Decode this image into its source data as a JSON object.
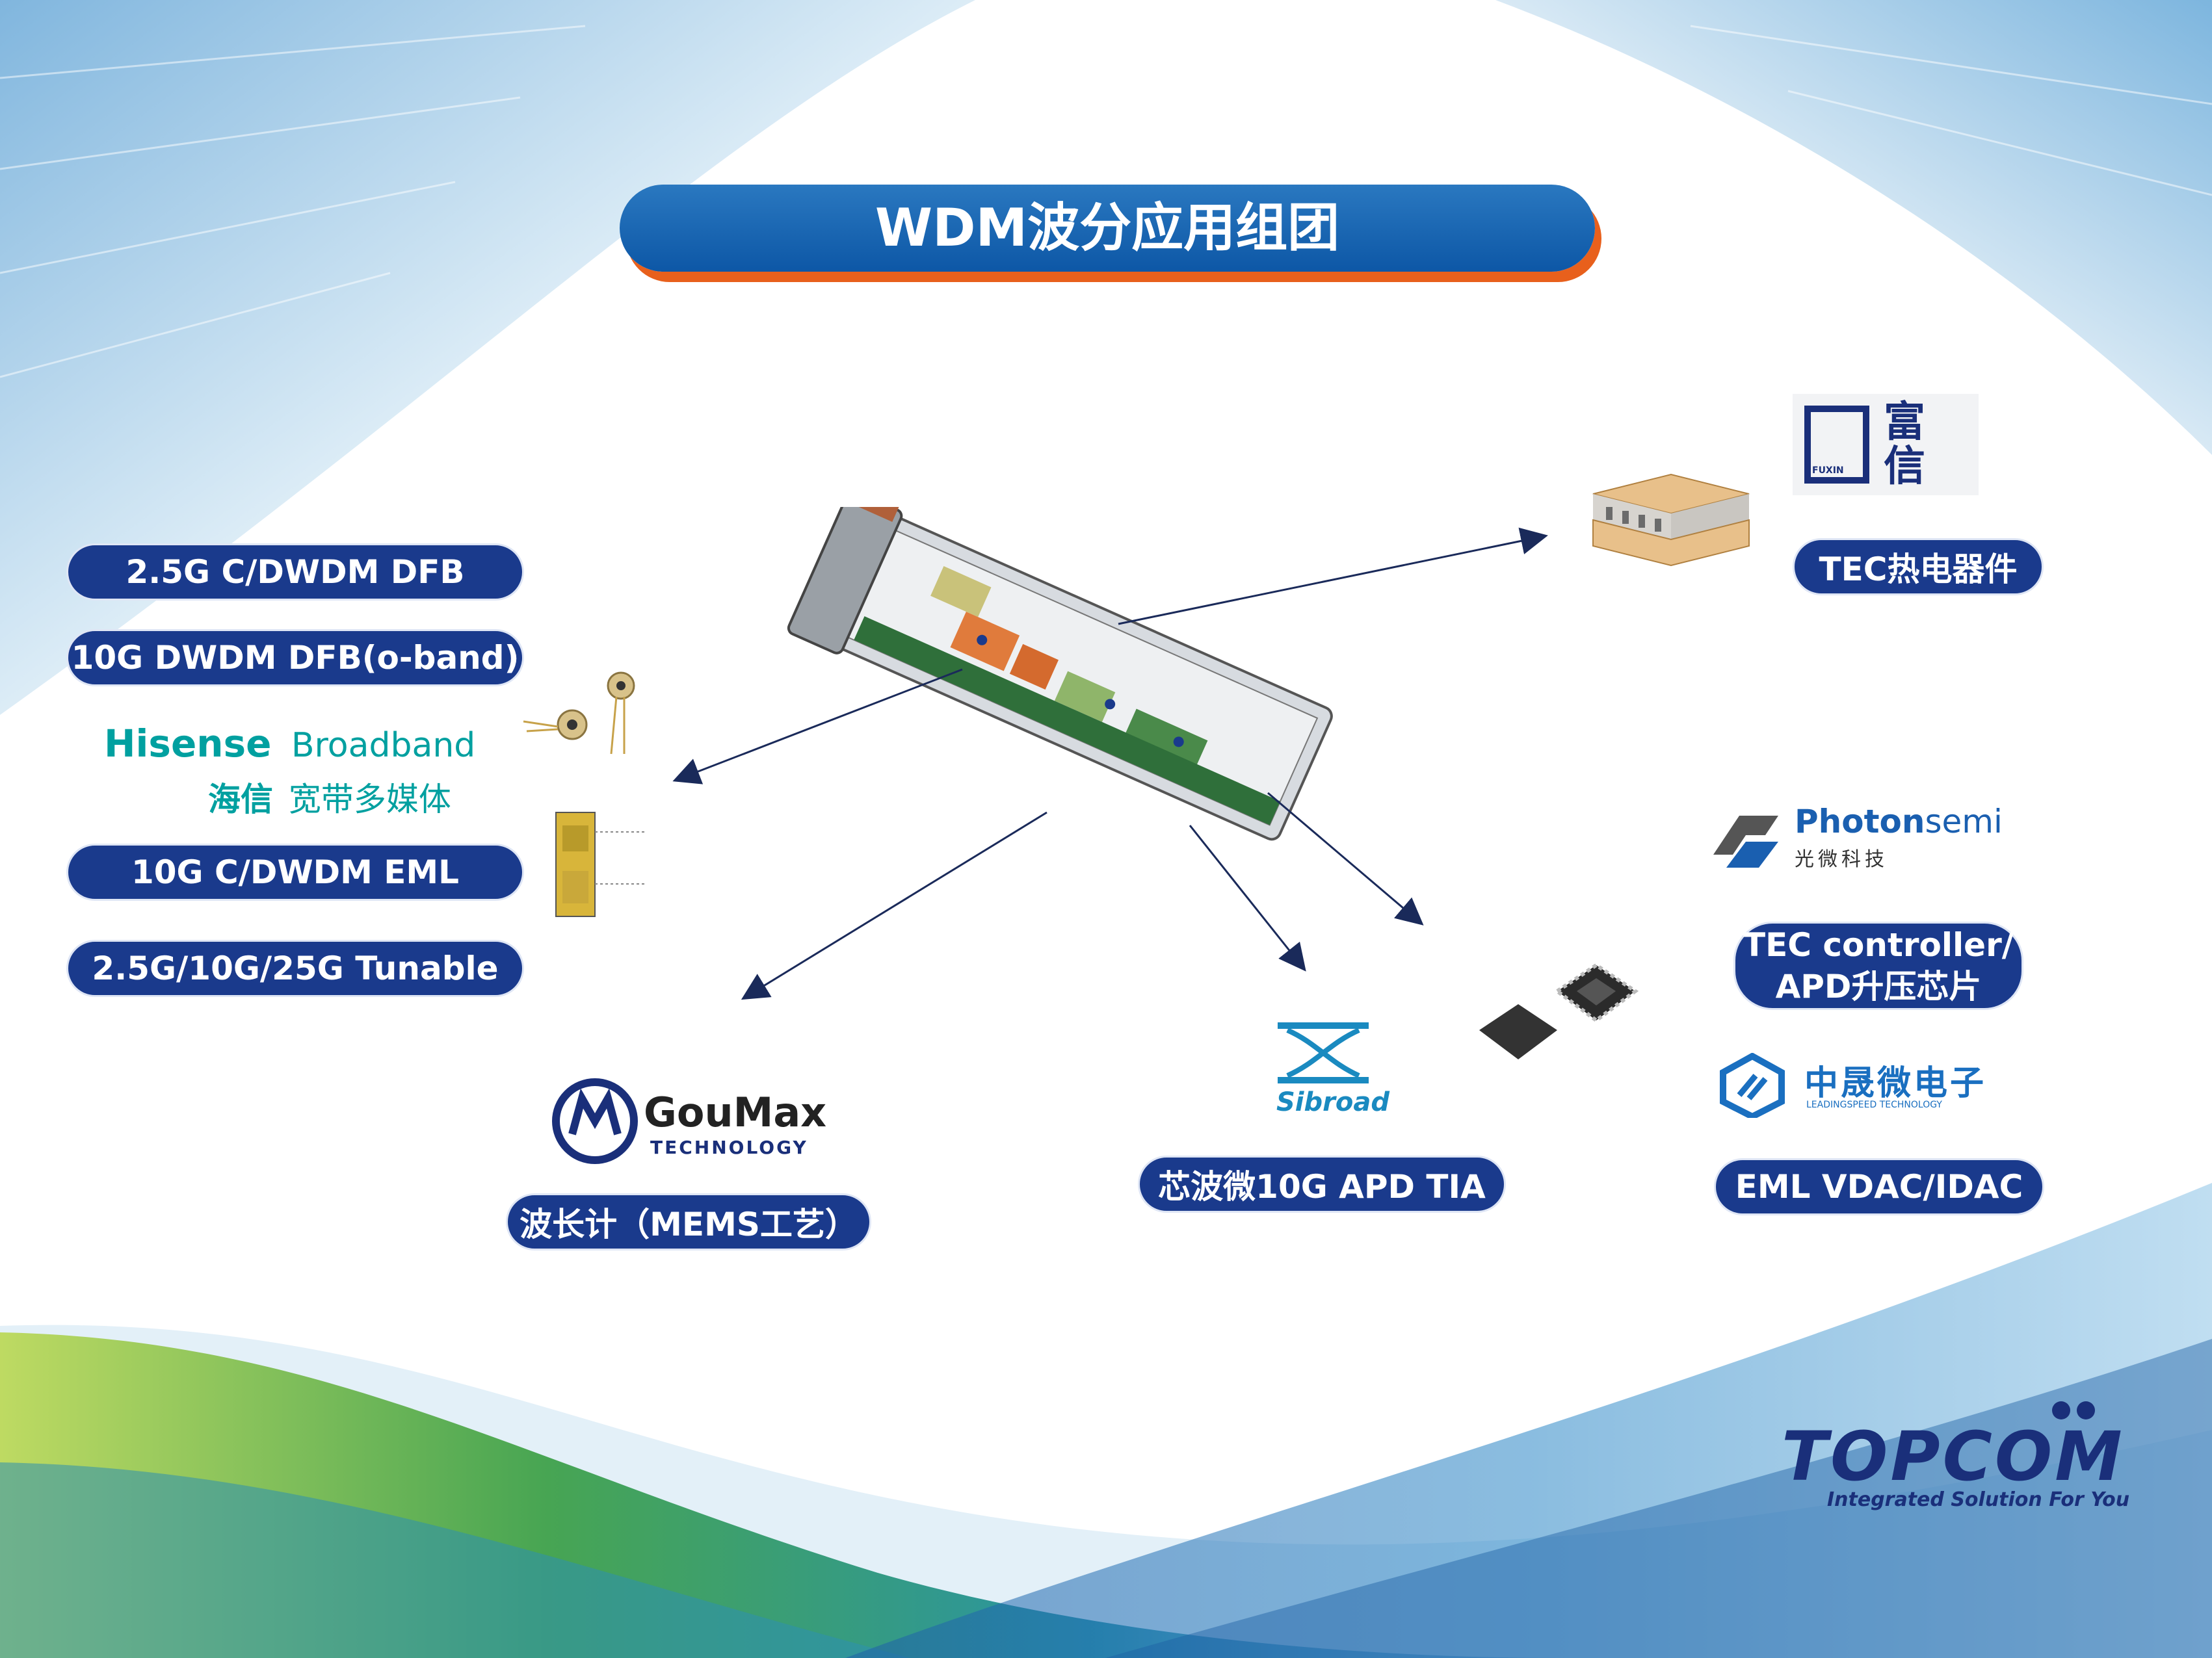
{
  "title": "WDM波分应用组团",
  "pills": {
    "dfb_25g": "2.5G C/DWDM DFB",
    "dfb_10g": "10G DWDM DFB(o-band)",
    "eml_10g": "10G C/DWDM  EML",
    "tunable": "2.5G/10G/25G Tunable",
    "tec": "TEC热电器件",
    "tec_ctrl_line1": "TEC controller/",
    "tec_ctrl_line2": "APD升压芯片",
    "eml_vdac": "EML VDAC/IDAC",
    "apd_tia": "芯波微10G APD TIA",
    "wavelength_meter": "波长计（MEMS工艺）"
  },
  "logos": {
    "hisense_en_bold": "Hisense",
    "hisense_en_light": "Broadband",
    "hisense_cn_bold": "海信",
    "hisense_cn_light": "宽带多媒体",
    "fuxin_small": "FUXIN",
    "fuxin_cn_1": "富",
    "fuxin_cn_2": "信",
    "photonsemi_bold": "Photon",
    "photonsemi_light": "semi",
    "photonsemi_cn": "光微科技",
    "leadspeed_cn": "中晟微电子",
    "leadspeed_en": "LEADINGSPEED TECHNOLOGY",
    "sibroad": "Sibroad",
    "goumax_1": "GouMax",
    "goumax_2": "Technology",
    "topcom": "TOPCOM",
    "topcom_tagline": "Integrated Solution For You"
  },
  "colors": {
    "pill": "#1a3a8c",
    "title_blue": "#0d57a6",
    "title_shadow": "#e8601c",
    "hisense_green": "#00a0a0",
    "topcom_navy": "#1a2f7a"
  }
}
